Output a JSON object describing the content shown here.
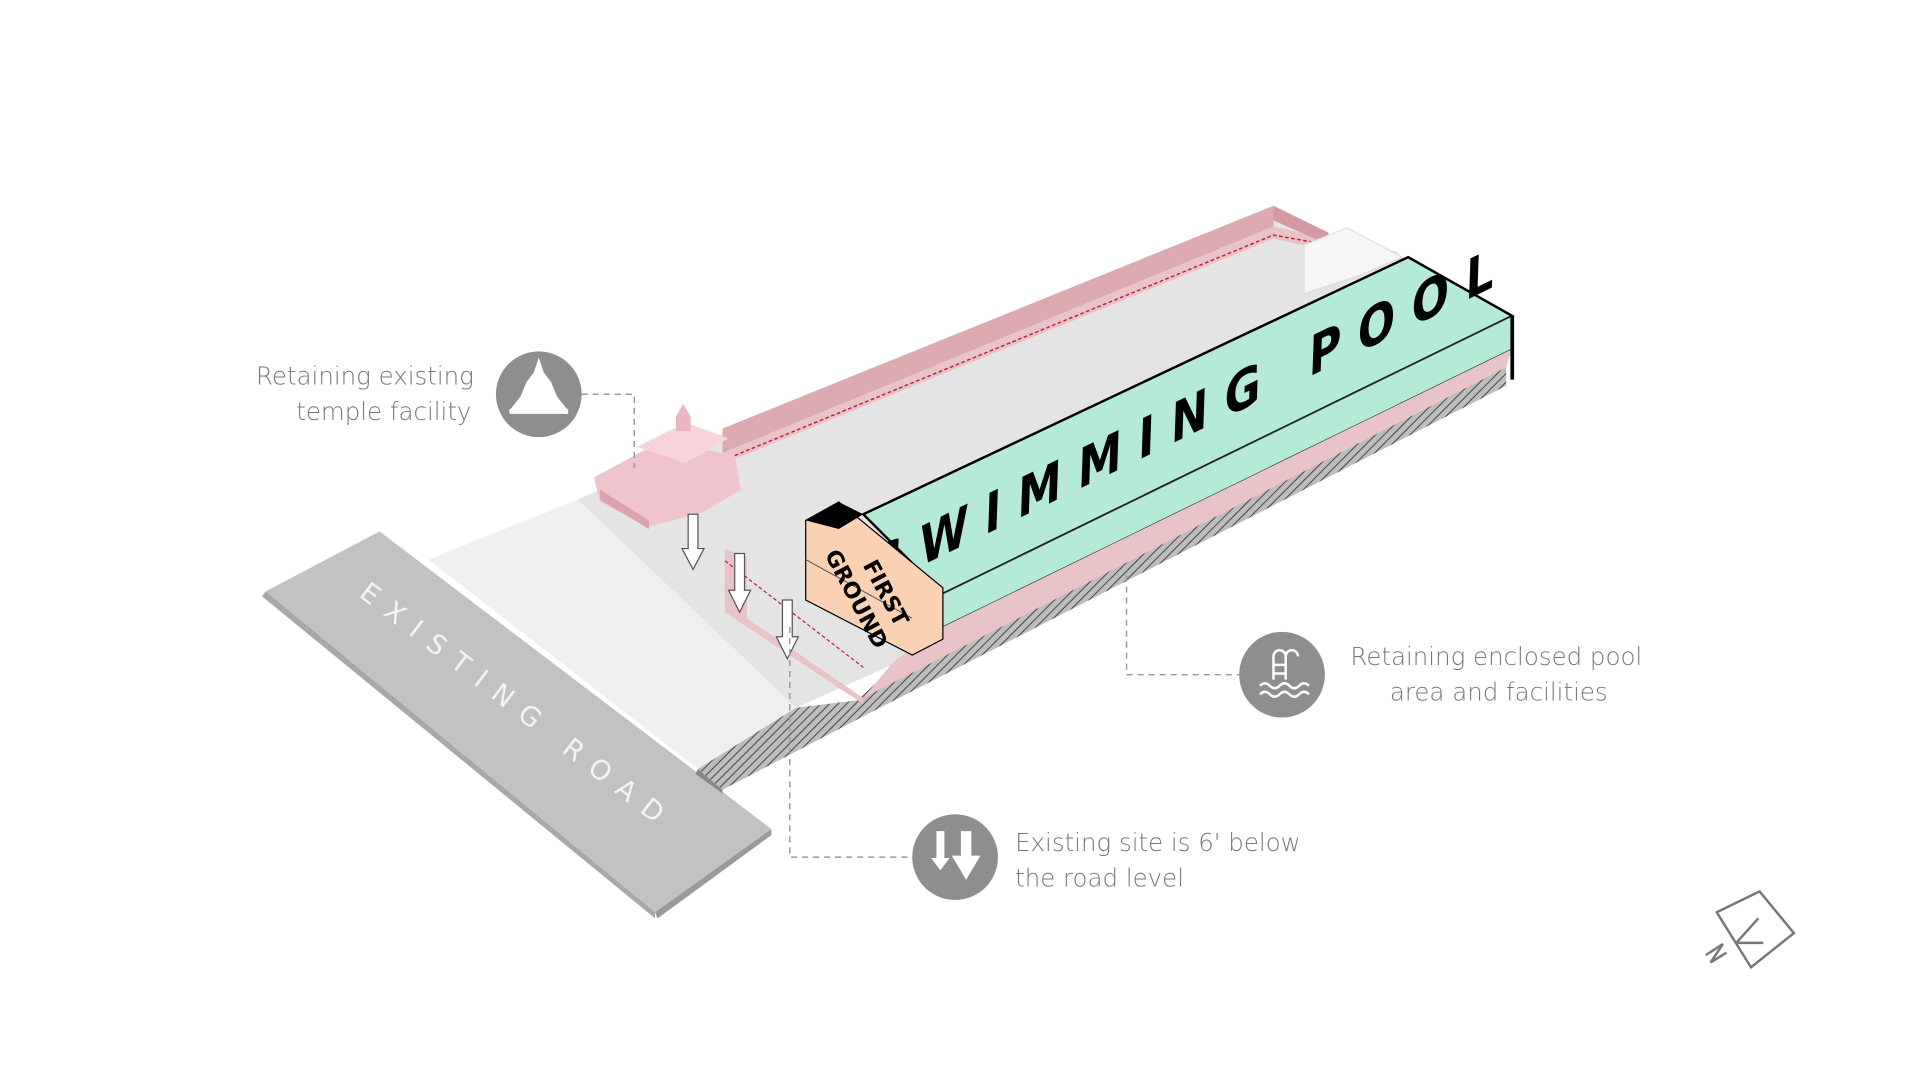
{
  "diagram": {
    "road_label": "EXISTING ROAD",
    "pool_label": "SWIMMING POOL",
    "block_labels": [
      "FIRST",
      "GROUND"
    ],
    "callouts": [
      {
        "icon": "temple-icon",
        "lines": [
          "Retaining existing",
          "temple facility"
        ]
      },
      {
        "icon": "pool-ladder-icon",
        "lines": [
          "Retaining enclosed pool",
          "area and facilities"
        ]
      },
      {
        "icon": "down-arrows-icon",
        "lines": [
          "Existing site is 6' below",
          "the road level"
        ]
      }
    ],
    "colors": {
      "pool": "#b4ead6",
      "wall": "#e8c4c8",
      "block": "#fcd2b4",
      "road": "#c2c2c2",
      "icon_bg": "#8e8e8e"
    }
  }
}
